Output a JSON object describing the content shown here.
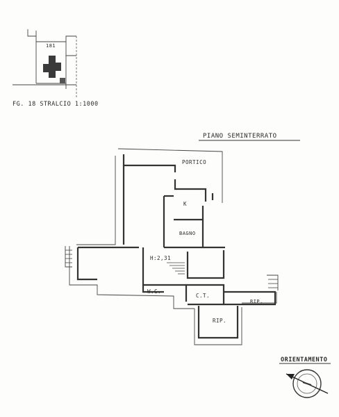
{
  "map_excerpt": {
    "parcel_label": "181",
    "caption": "FG. 18 STRALCIO 1:1000"
  },
  "plan": {
    "title": "PIANO SEMINTERRATO",
    "rooms": {
      "portico": "PORTICO",
      "kitchen": "K",
      "bathroom": "BAGNO",
      "height": "H:2,31",
      "wc": "W.C.",
      "ct": "C.T.",
      "rip1": "RIP.",
      "rip2": "RIP."
    }
  },
  "orientation": {
    "label": "ORIENTAMENTO"
  }
}
